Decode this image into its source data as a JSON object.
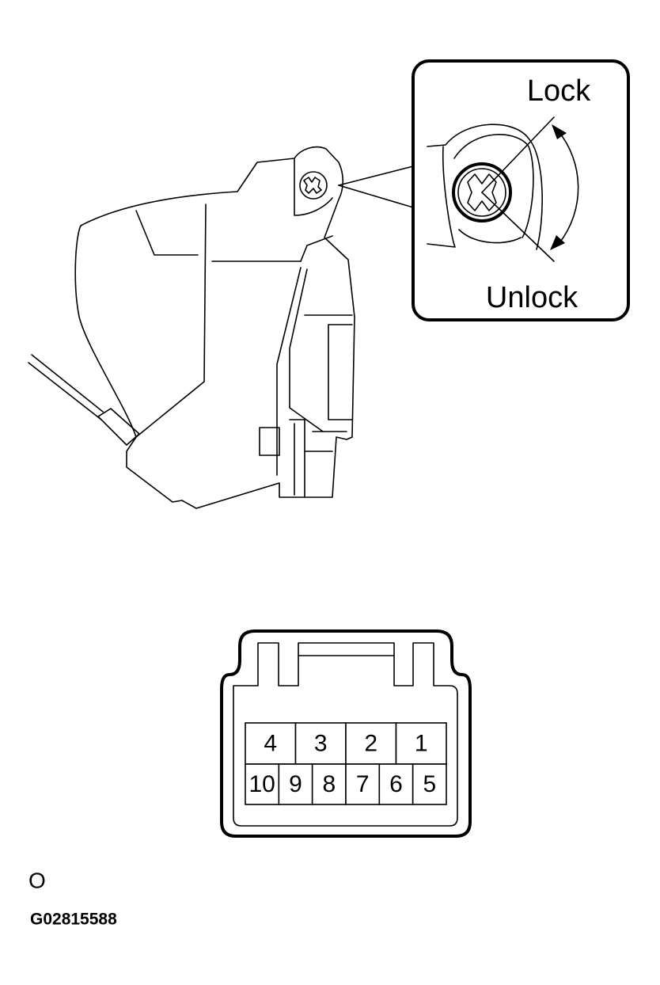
{
  "callout": {
    "lock_label": "Lock",
    "unlock_label": "Unlock"
  },
  "connector": {
    "top_row": [
      "4",
      "3",
      "2",
      "1"
    ],
    "bottom_row": [
      "10",
      "9",
      "8",
      "7",
      "6",
      "5"
    ]
  },
  "footer": {
    "marker": "O",
    "figure_code": "G02815588"
  }
}
